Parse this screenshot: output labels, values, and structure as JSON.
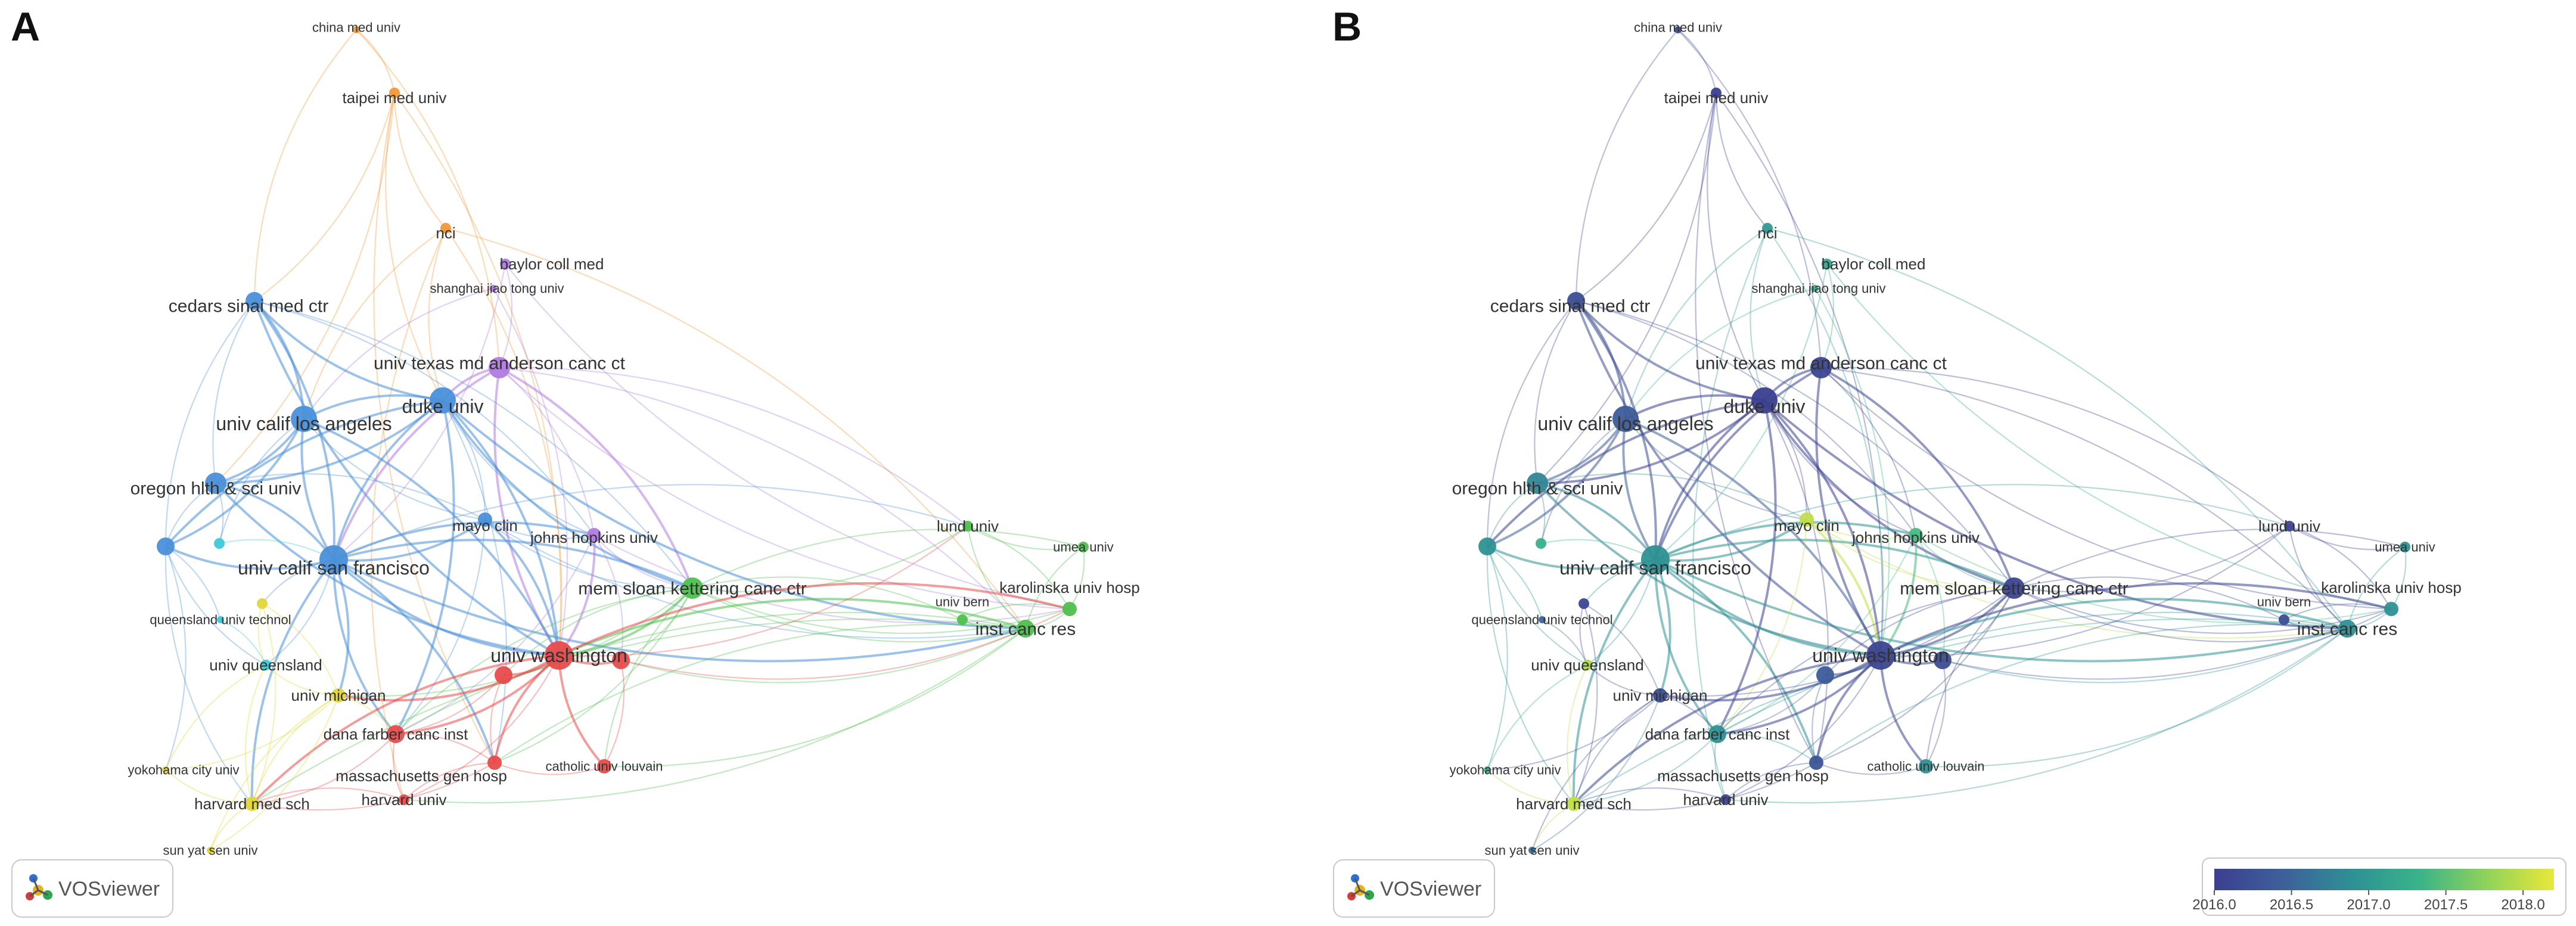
{
  "panels": [
    {
      "letter": "A",
      "mode": "cluster",
      "logo_text": "VOSviewer"
    },
    {
      "letter": "B",
      "mode": "overlay",
      "logo_text": "VOSviewer"
    }
  ],
  "color_bar": {
    "ticks": [
      "2016.0",
      "2016.5",
      "2017.0",
      "2017.5",
      "2018.0"
    ],
    "start_value": 2016.0,
    "end_value": 2018.2,
    "gradient": [
      "#3b3f8f",
      "#3e5f9a",
      "#2e8f95",
      "#38b38a",
      "#8fd25a",
      "#e8e83a"
    ]
  },
  "clusters": {
    "red": "#e84b4b",
    "green": "#4ec04e",
    "blue": "#4a90d9",
    "purple": "#b07ce0",
    "orange": "#f0983a",
    "yellow": "#e0d63a",
    "cyan": "#3ec8d8"
  },
  "nodes": [
    {
      "id": "china med univ",
      "label": "china med univ",
      "cluster": "orange",
      "year": 2016.2,
      "weight": 1,
      "label_size": "s"
    },
    {
      "id": "taipei med univ",
      "label": "taipei med univ",
      "cluster": "orange",
      "year": 2016.0,
      "weight": 2,
      "label_size": "m"
    },
    {
      "id": "nci",
      "label": "nci",
      "cluster": "orange",
      "year": 2017.0,
      "weight": 2,
      "label_size": "m"
    },
    {
      "id": "baylor coll med",
      "label": "baylor coll med",
      "cluster": "purple",
      "year": 2017.2,
      "weight": 2,
      "label_size": "m"
    },
    {
      "id": "shanghai jiao tong univ",
      "label": "shanghai jiao tong univ",
      "cluster": "purple",
      "year": 2017.3,
      "weight": 1,
      "label_size": "s"
    },
    {
      "id": "cedars sinai med ctr",
      "label": "cedars sinai med ctr",
      "cluster": "blue",
      "year": 2016.2,
      "weight": 4,
      "label_size": "l"
    },
    {
      "id": "univ texas md anderson canc ct",
      "label": "univ texas md anderson canc ct",
      "cluster": "purple",
      "year": 2016.1,
      "weight": 5,
      "label_size": "l"
    },
    {
      "id": "duke univ",
      "label": "duke univ",
      "cluster": "blue",
      "year": 2016.0,
      "weight": 6,
      "label_size": "xl"
    },
    {
      "id": "univ calif los angeles",
      "label": "univ calif los angeles",
      "cluster": "blue",
      "year": 2016.4,
      "weight": 6,
      "label_size": "xl"
    },
    {
      "id": "oregon hlth & sci univ",
      "label": "oregon hlth & sci univ",
      "cluster": "blue",
      "year": 2016.8,
      "weight": 5,
      "label_size": "l"
    },
    {
      "id": "mayo clin",
      "label": "mayo clin",
      "cluster": "blue",
      "year": 2018.0,
      "weight": 3,
      "label_size": "m"
    },
    {
      "id": "johns hopkins univ",
      "label": "johns hopkins univ",
      "cluster": "purple",
      "year": 2017.4,
      "weight": 3,
      "label_size": "m"
    },
    {
      "id": "univ calif san francisco",
      "label": "univ calif san francisco",
      "cluster": "blue",
      "year": 2016.9,
      "weight": 7,
      "label_size": "xl"
    },
    {
      "id": "mem sloan kettering canc ctr",
      "label": "mem sloan kettering canc ctr",
      "cluster": "green",
      "year": 2016.1,
      "weight": 5,
      "label_size": "l"
    },
    {
      "id": "lund univ",
      "label": "lund univ",
      "cluster": "green",
      "year": 2016.1,
      "weight": 2,
      "label_size": "m"
    },
    {
      "id": "umea univ",
      "label": "umea univ",
      "cluster": "green",
      "year": 2016.9,
      "weight": 2,
      "label_size": "s"
    },
    {
      "id": "karolinska univ hosp",
      "label": "karolinska univ hosp",
      "cluster": "green",
      "year": 2016.9,
      "weight": 3,
      "label_size": "m"
    },
    {
      "id": "univ bern",
      "label": "univ bern",
      "cluster": "green",
      "year": 2016.2,
      "weight": 2,
      "label_size": "s"
    },
    {
      "id": "inst canc res",
      "label": "inst canc res",
      "cluster": "green",
      "year": 2016.9,
      "weight": 4,
      "label_size": "l"
    },
    {
      "id": "queensland univ technol",
      "label": "queensland univ technol",
      "cluster": "cyan",
      "year": 2016.5,
      "weight": 1,
      "label_size": "s"
    },
    {
      "id": "univ queensland",
      "label": "univ queensland",
      "cluster": "cyan",
      "year": 2017.9,
      "weight": 2,
      "label_size": "m"
    },
    {
      "id": "univ washington",
      "label": "univ washington",
      "cluster": "red",
      "year": 2016.1,
      "weight": 7,
      "label_size": "xl"
    },
    {
      "id": "univ michigan",
      "label": "univ michigan",
      "cluster": "yellow",
      "year": 2016.2,
      "weight": 3,
      "label_size": "m"
    },
    {
      "id": "dana farber canc inst",
      "label": "dana farber canc inst",
      "cluster": "red",
      "year": 2016.9,
      "weight": 4,
      "label_size": "m"
    },
    {
      "id": "massachusetts gen hosp",
      "label": "massachusetts gen hosp",
      "cluster": "red",
      "year": 2016.3,
      "weight": 3,
      "label_size": "m"
    },
    {
      "id": "catholic univ louvain",
      "label": "catholic univ louvain",
      "cluster": "red",
      "year": 2016.9,
      "weight": 3,
      "label_size": "s"
    },
    {
      "id": "yokohama city univ",
      "label": "yokohama city univ",
      "cluster": "yellow",
      "year": 2017.3,
      "weight": 1,
      "label_size": "s"
    },
    {
      "id": "harvard med sch",
      "label": "harvard med sch",
      "cluster": "yellow",
      "year": 2018.0,
      "weight": 3,
      "label_size": "m"
    },
    {
      "id": "harvard univ",
      "label": "harvard univ",
      "cluster": "red",
      "year": 2016.1,
      "weight": 2,
      "label_size": "m"
    },
    {
      "id": "sun yat sen univ",
      "label": "sun yat sen univ",
      "cluster": "yellow",
      "year": 2016.6,
      "weight": 1,
      "label_size": "s"
    },
    {
      "id": "u1",
      "label": "",
      "cluster": "blue",
      "year": 2016.9,
      "weight": 4,
      "label_size": "s"
    },
    {
      "id": "u2",
      "label": "",
      "cluster": "cyan",
      "year": 2017.3,
      "weight": 2,
      "label_size": "s"
    },
    {
      "id": "u3",
      "label": "",
      "cluster": "yellow",
      "year": 2016.1,
      "weight": 2,
      "label_size": "s"
    },
    {
      "id": "u4",
      "label": "",
      "cluster": "red",
      "year": 2016.4,
      "weight": 4,
      "label_size": "s"
    },
    {
      "id": "u5",
      "label": "",
      "cluster": "red",
      "year": 2016.2,
      "weight": 4,
      "label_size": "s"
    }
  ],
  "links": [
    [
      "china med univ",
      "taipei med univ"
    ],
    [
      "taipei med univ",
      "nci"
    ],
    [
      "taipei med univ",
      "cedars sinai med ctr"
    ],
    [
      "taipei med univ",
      "duke univ"
    ],
    [
      "taipei med univ",
      "univ washington"
    ],
    [
      "taipei med univ",
      "massachusetts gen hosp"
    ],
    [
      "taipei med univ",
      "oregon hlth & sci univ"
    ],
    [
      "china med univ",
      "cedars sinai med ctr"
    ],
    [
      "china med univ",
      "univ texas md anderson canc ct"
    ],
    [
      "nci",
      "duke univ"
    ],
    [
      "nci",
      "univ washington"
    ],
    [
      "nci",
      "univ calif los angeles"
    ],
    [
      "nci",
      "inst canc res"
    ],
    [
      "nci",
      "harvard univ"
    ],
    [
      "baylor coll med",
      "univ texas md anderson canc ct"
    ],
    [
      "baylor coll med",
      "karolinska univ hosp"
    ],
    [
      "baylor coll med",
      "univ calif san francisco"
    ],
    [
      "shanghai jiao tong univ",
      "univ calif los angeles"
    ],
    [
      "shanghai jiao tong univ",
      "univ washington"
    ],
    [
      "cedars sinai med ctr",
      "duke univ"
    ],
    [
      "cedars sinai med ctr",
      "univ calif los angeles"
    ],
    [
      "cedars sinai med ctr",
      "oregon hlth & sci univ"
    ],
    [
      "cedars sinai med ctr",
      "univ calif san francisco"
    ],
    [
      "cedars sinai med ctr",
      "u1"
    ],
    [
      "cedars sinai med ctr",
      "johns hopkins univ"
    ],
    [
      "cedars sinai med ctr",
      "univ washington"
    ],
    [
      "cedars sinai med ctr",
      "mem sloan kettering canc ctr"
    ],
    [
      "univ texas md anderson canc ct",
      "duke univ"
    ],
    [
      "univ texas md anderson canc ct",
      "johns hopkins univ"
    ],
    [
      "univ texas md anderson canc ct",
      "univ washington"
    ],
    [
      "univ texas md anderson canc ct",
      "mem sloan kettering canc ctr"
    ],
    [
      "univ texas md anderson canc ct",
      "karolinska univ hosp"
    ],
    [
      "univ texas md anderson canc ct",
      "lund univ"
    ],
    [
      "univ texas md anderson canc ct",
      "univ calif san francisco"
    ],
    [
      "univ texas md anderson canc ct",
      "inst canc res"
    ],
    [
      "duke univ",
      "univ calif los angeles"
    ],
    [
      "duke univ",
      "oregon hlth & sci univ"
    ],
    [
      "duke univ",
      "univ calif san francisco"
    ],
    [
      "duke univ",
      "mayo clin"
    ],
    [
      "duke univ",
      "johns hopkins univ"
    ],
    [
      "duke univ",
      "univ washington"
    ],
    [
      "duke univ",
      "mem sloan kettering canc ctr"
    ],
    [
      "duke univ",
      "dana farber canc inst"
    ],
    [
      "duke univ",
      "u1"
    ],
    [
      "duke univ",
      "massachusetts gen hosp"
    ],
    [
      "duke univ",
      "inst canc res"
    ],
    [
      "univ calif los angeles",
      "oregon hlth & sci univ"
    ],
    [
      "univ calif los angeles",
      "univ calif san francisco"
    ],
    [
      "univ calif los angeles",
      "u1"
    ],
    [
      "univ calif los angeles",
      "mayo clin"
    ],
    [
      "univ calif los angeles",
      "univ washington"
    ],
    [
      "univ calif los angeles",
      "u2"
    ],
    [
      "oregon hlth & sci univ",
      "univ calif san francisco"
    ],
    [
      "oregon hlth & sci univ",
      "u1"
    ],
    [
      "oregon hlth & sci univ",
      "mayo clin"
    ],
    [
      "oregon hlth & sci univ",
      "univ washington"
    ],
    [
      "oregon hlth & sci univ",
      "u2"
    ],
    [
      "u1",
      "univ calif san francisco"
    ],
    [
      "u1",
      "queensland univ technol"
    ],
    [
      "u1",
      "univ queensland"
    ],
    [
      "u1",
      "yokohama city univ"
    ],
    [
      "u1",
      "harvard med sch"
    ],
    [
      "u2",
      "univ calif san francisco"
    ],
    [
      "univ calif san francisco",
      "mayo clin"
    ],
    [
      "univ calif san francisco",
      "johns hopkins univ"
    ],
    [
      "univ calif san francisco",
      "univ washington"
    ],
    [
      "univ calif san francisco",
      "mem sloan kettering canc ctr"
    ],
    [
      "univ calif san francisco",
      "dana farber canc inst"
    ],
    [
      "univ calif san francisco",
      "univ michigan"
    ],
    [
      "univ calif san francisco",
      "u3"
    ],
    [
      "univ calif san francisco",
      "massachusetts gen hosp"
    ],
    [
      "univ calif san francisco",
      "harvard med sch"
    ],
    [
      "univ calif san francisco",
      "univ queensland"
    ],
    [
      "univ calif san francisco",
      "inst canc res"
    ],
    [
      "univ calif san francisco",
      "lund univ"
    ],
    [
      "mayo clin",
      "johns hopkins univ"
    ],
    [
      "mayo clin",
      "univ washington"
    ],
    [
      "mayo clin",
      "mem sloan kettering canc ctr"
    ],
    [
      "mayo clin",
      "dana farber canc inst"
    ],
    [
      "mayo clin",
      "inst canc res"
    ],
    [
      "johns hopkins univ",
      "univ washington"
    ],
    [
      "johns hopkins univ",
      "mem sloan kettering canc ctr"
    ],
    [
      "johns hopkins univ",
      "u5"
    ],
    [
      "johns hopkins univ",
      "karolinska univ hosp"
    ],
    [
      "johns hopkins univ",
      "dana farber canc inst"
    ],
    [
      "mem sloan kettering canc ctr",
      "lund univ"
    ],
    [
      "mem sloan kettering canc ctr",
      "umea univ"
    ],
    [
      "mem sloan kettering canc ctr",
      "karolinska univ hosp"
    ],
    [
      "mem sloan kettering canc ctr",
      "univ bern"
    ],
    [
      "mem sloan kettering canc ctr",
      "inst canc res"
    ],
    [
      "mem sloan kettering canc ctr",
      "univ washington"
    ],
    [
      "mem sloan kettering canc ctr",
      "u4"
    ],
    [
      "mem sloan kettering canc ctr",
      "u5"
    ],
    [
      "mem sloan kettering canc ctr",
      "dana farber canc inst"
    ],
    [
      "mem sloan kettering canc ctr",
      "massachusetts gen hosp"
    ],
    [
      "mem sloan kettering canc ctr",
      "catholic univ louvain"
    ],
    [
      "mem sloan kettering canc ctr",
      "univ michigan"
    ],
    [
      "lund univ",
      "inst canc res"
    ],
    [
      "lund univ",
      "karolinska univ hosp"
    ],
    [
      "lund univ",
      "umea univ"
    ],
    [
      "umea univ",
      "karolinska univ hosp"
    ],
    [
      "umea univ",
      "inst canc res"
    ],
    [
      "karolinska univ hosp",
      "inst canc res"
    ],
    [
      "univ bern",
      "inst canc res"
    ],
    [
      "univ bern",
      "karolinska univ hosp"
    ],
    [
      "inst canc res",
      "univ washington"
    ],
    [
      "inst canc res",
      "u5"
    ],
    [
      "inst canc res",
      "dana farber canc inst"
    ],
    [
      "inst canc res",
      "catholic univ louvain"
    ],
    [
      "inst canc res",
      "massachusetts gen hosp"
    ],
    [
      "inst canc res",
      "harvard univ"
    ],
    [
      "inst canc res",
      "harvard med sch"
    ],
    [
      "univ washington",
      "u4"
    ],
    [
      "univ washington",
      "u5"
    ],
    [
      "univ washington",
      "dana farber canc inst"
    ],
    [
      "univ washington",
      "massachusetts gen hosp"
    ],
    [
      "univ washington",
      "harvard univ"
    ],
    [
      "univ washington",
      "catholic univ louvain"
    ],
    [
      "univ washington",
      "univ michigan"
    ],
    [
      "univ washington",
      "harvard med sch"
    ],
    [
      "univ washington",
      "karolinska univ hosp"
    ],
    [
      "univ washington",
      "lund univ"
    ],
    [
      "u4",
      "dana farber canc inst"
    ],
    [
      "u4",
      "massachusetts gen hosp"
    ],
    [
      "u5",
      "catholic univ louvain"
    ],
    [
      "u5",
      "karolinska univ hosp"
    ],
    [
      "univ michigan",
      "dana farber canc inst"
    ],
    [
      "univ michigan",
      "harvard med sch"
    ],
    [
      "univ michigan",
      "univ queensland"
    ],
    [
      "univ michigan",
      "u3"
    ],
    [
      "univ michigan",
      "yokohama city univ"
    ],
    [
      "univ michigan",
      "sun yat sen univ"
    ],
    [
      "dana farber canc inst",
      "massachusetts gen hosp"
    ],
    [
      "dana farber canc inst",
      "harvard univ"
    ],
    [
      "dana farber canc inst",
      "harvard med sch"
    ],
    [
      "massachusetts gen hosp",
      "harvard univ"
    ],
    [
      "massachusetts gen hosp",
      "harvard med sch"
    ],
    [
      "massachusetts gen hosp",
      "catholic univ louvain"
    ],
    [
      "harvard med sch",
      "yokohama city univ"
    ],
    [
      "harvard med sch",
      "sun yat sen univ"
    ],
    [
      "harvard med sch",
      "univ queensland"
    ],
    [
      "harvard univ",
      "harvard med sch"
    ],
    [
      "queensland univ technol",
      "univ queensland"
    ],
    [
      "u3",
      "univ queensland"
    ],
    [
      "yokohama city univ",
      "univ queensland"
    ],
    [
      "sun yat sen univ",
      "univ michigan"
    ],
    [
      "u3",
      "harvard med sch"
    ]
  ]
}
